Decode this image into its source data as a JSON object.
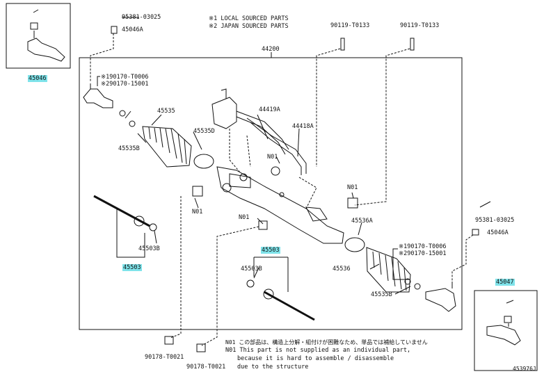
{
  "notes": {
    "local": "※1 LOCAL SOURCED PARTS",
    "japan": "※2 JAPAN SOURCED PARTS"
  },
  "parts": {
    "p45046": "45046",
    "p45047": "45047",
    "p44200": "44200",
    "p95381_top": "95381-03025",
    "p45046A_top": "45046A",
    "p95381_right": "95381-03025",
    "p45046A_right": "45046A",
    "p90119_a": "90119-T0133",
    "p90119_b": "90119-T0133",
    "p190170_left": "※190170-T0006",
    "p290170_left": "※290170-15001",
    "p190170_right": "※190170-T0006",
    "p290170_right": "※290170-15001",
    "p45535": "45535",
    "p45535D": "45535D",
    "p45535B_left": "45535B",
    "p45535B_right": "45535B",
    "p44419A": "44419A",
    "p44418A": "44418A",
    "n01_a": "N01",
    "n01_b": "N01",
    "n01_c": "N01",
    "n01_d": "N01",
    "p45536A": "45536A",
    "p45536": "45536",
    "p45503_left": "45503",
    "p45503_mid": "45503",
    "p45503B_left": "45503B",
    "p45503B_mid": "45503B",
    "p90178_a": "90178-T0021",
    "p90178_b": "90178-T0021"
  },
  "footnote": {
    "line1": "N01 この部品は、構造上分解・組付けが困難なため、単品では補給していません",
    "line2": "N01 This part is not supplied as an individual part,",
    "line3": "because it is hard to assemble / disassemble",
    "line4": "due to the structure"
  },
  "diagram_code": "453976J",
  "colors": {
    "highlight": "#7fe3ea",
    "line": "#111111"
  }
}
